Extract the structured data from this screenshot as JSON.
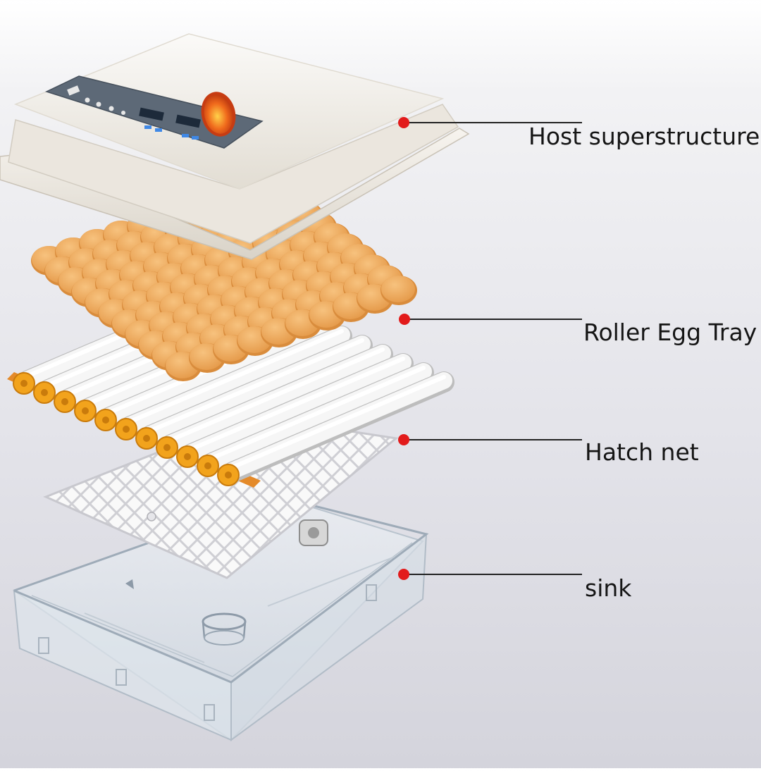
{
  "labels": {
    "host": "Host superstructure",
    "roller": "Roller Egg Tray",
    "hatch": "Hatch net",
    "sink": "sink"
  },
  "colors": {
    "background": "#e4e4ea",
    "housing": "#f1ede6",
    "control_panel": "#5e6a78",
    "egg_window": "#e8551c",
    "eggs": "#f0ad62",
    "rollers": "#f4f4f4",
    "gears": "#f2a31c",
    "hatch_net": "#f8f8f8",
    "sink": "#cfd9e2",
    "callout_dot": "#e21b1b",
    "callout_line": "#222222"
  },
  "icons": {
    "egg_window": "glowing-egg-icon"
  }
}
